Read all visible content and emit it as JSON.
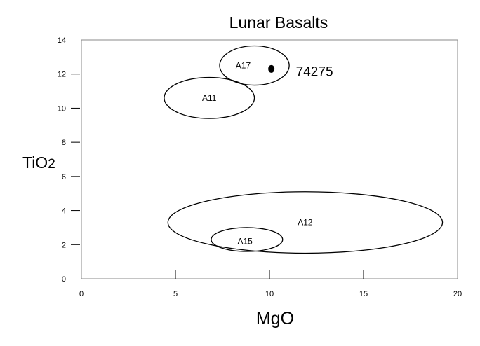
{
  "chart_data": {
    "type": "scatter",
    "title": "Lunar Basalts",
    "xlabel": "MgO",
    "ylabel": "TiO",
    "ylabel_sub": "2",
    "xlim": [
      0,
      20
    ],
    "ylim": [
      0,
      14
    ],
    "xticks": [
      0,
      5,
      10,
      15,
      20
    ],
    "yticks": [
      0,
      2,
      4,
      6,
      8,
      10,
      12,
      14
    ],
    "grid": false,
    "fields": [
      {
        "name": "A17",
        "cx": 9.2,
        "cy": 12.5,
        "rx": 1.85,
        "ry": 1.15,
        "label_x": 8.6,
        "label_y": 12.5
      },
      {
        "name": "A11",
        "cx": 6.8,
        "cy": 10.6,
        "rx": 2.4,
        "ry": 1.2,
        "label_x": 6.8,
        "label_y": 10.6
      },
      {
        "name": "A12",
        "cx": 11.9,
        "cy": 3.3,
        "rx": 7.3,
        "ry": 1.8,
        "label_x": 11.9,
        "label_y": 3.3
      },
      {
        "name": "A15",
        "cx": 8.8,
        "cy": 2.3,
        "rx": 1.9,
        "ry": 0.7,
        "label_x": 8.7,
        "label_y": 2.2
      }
    ],
    "points": [
      {
        "name": "74275",
        "x": 10.1,
        "y": 12.3
      }
    ]
  }
}
